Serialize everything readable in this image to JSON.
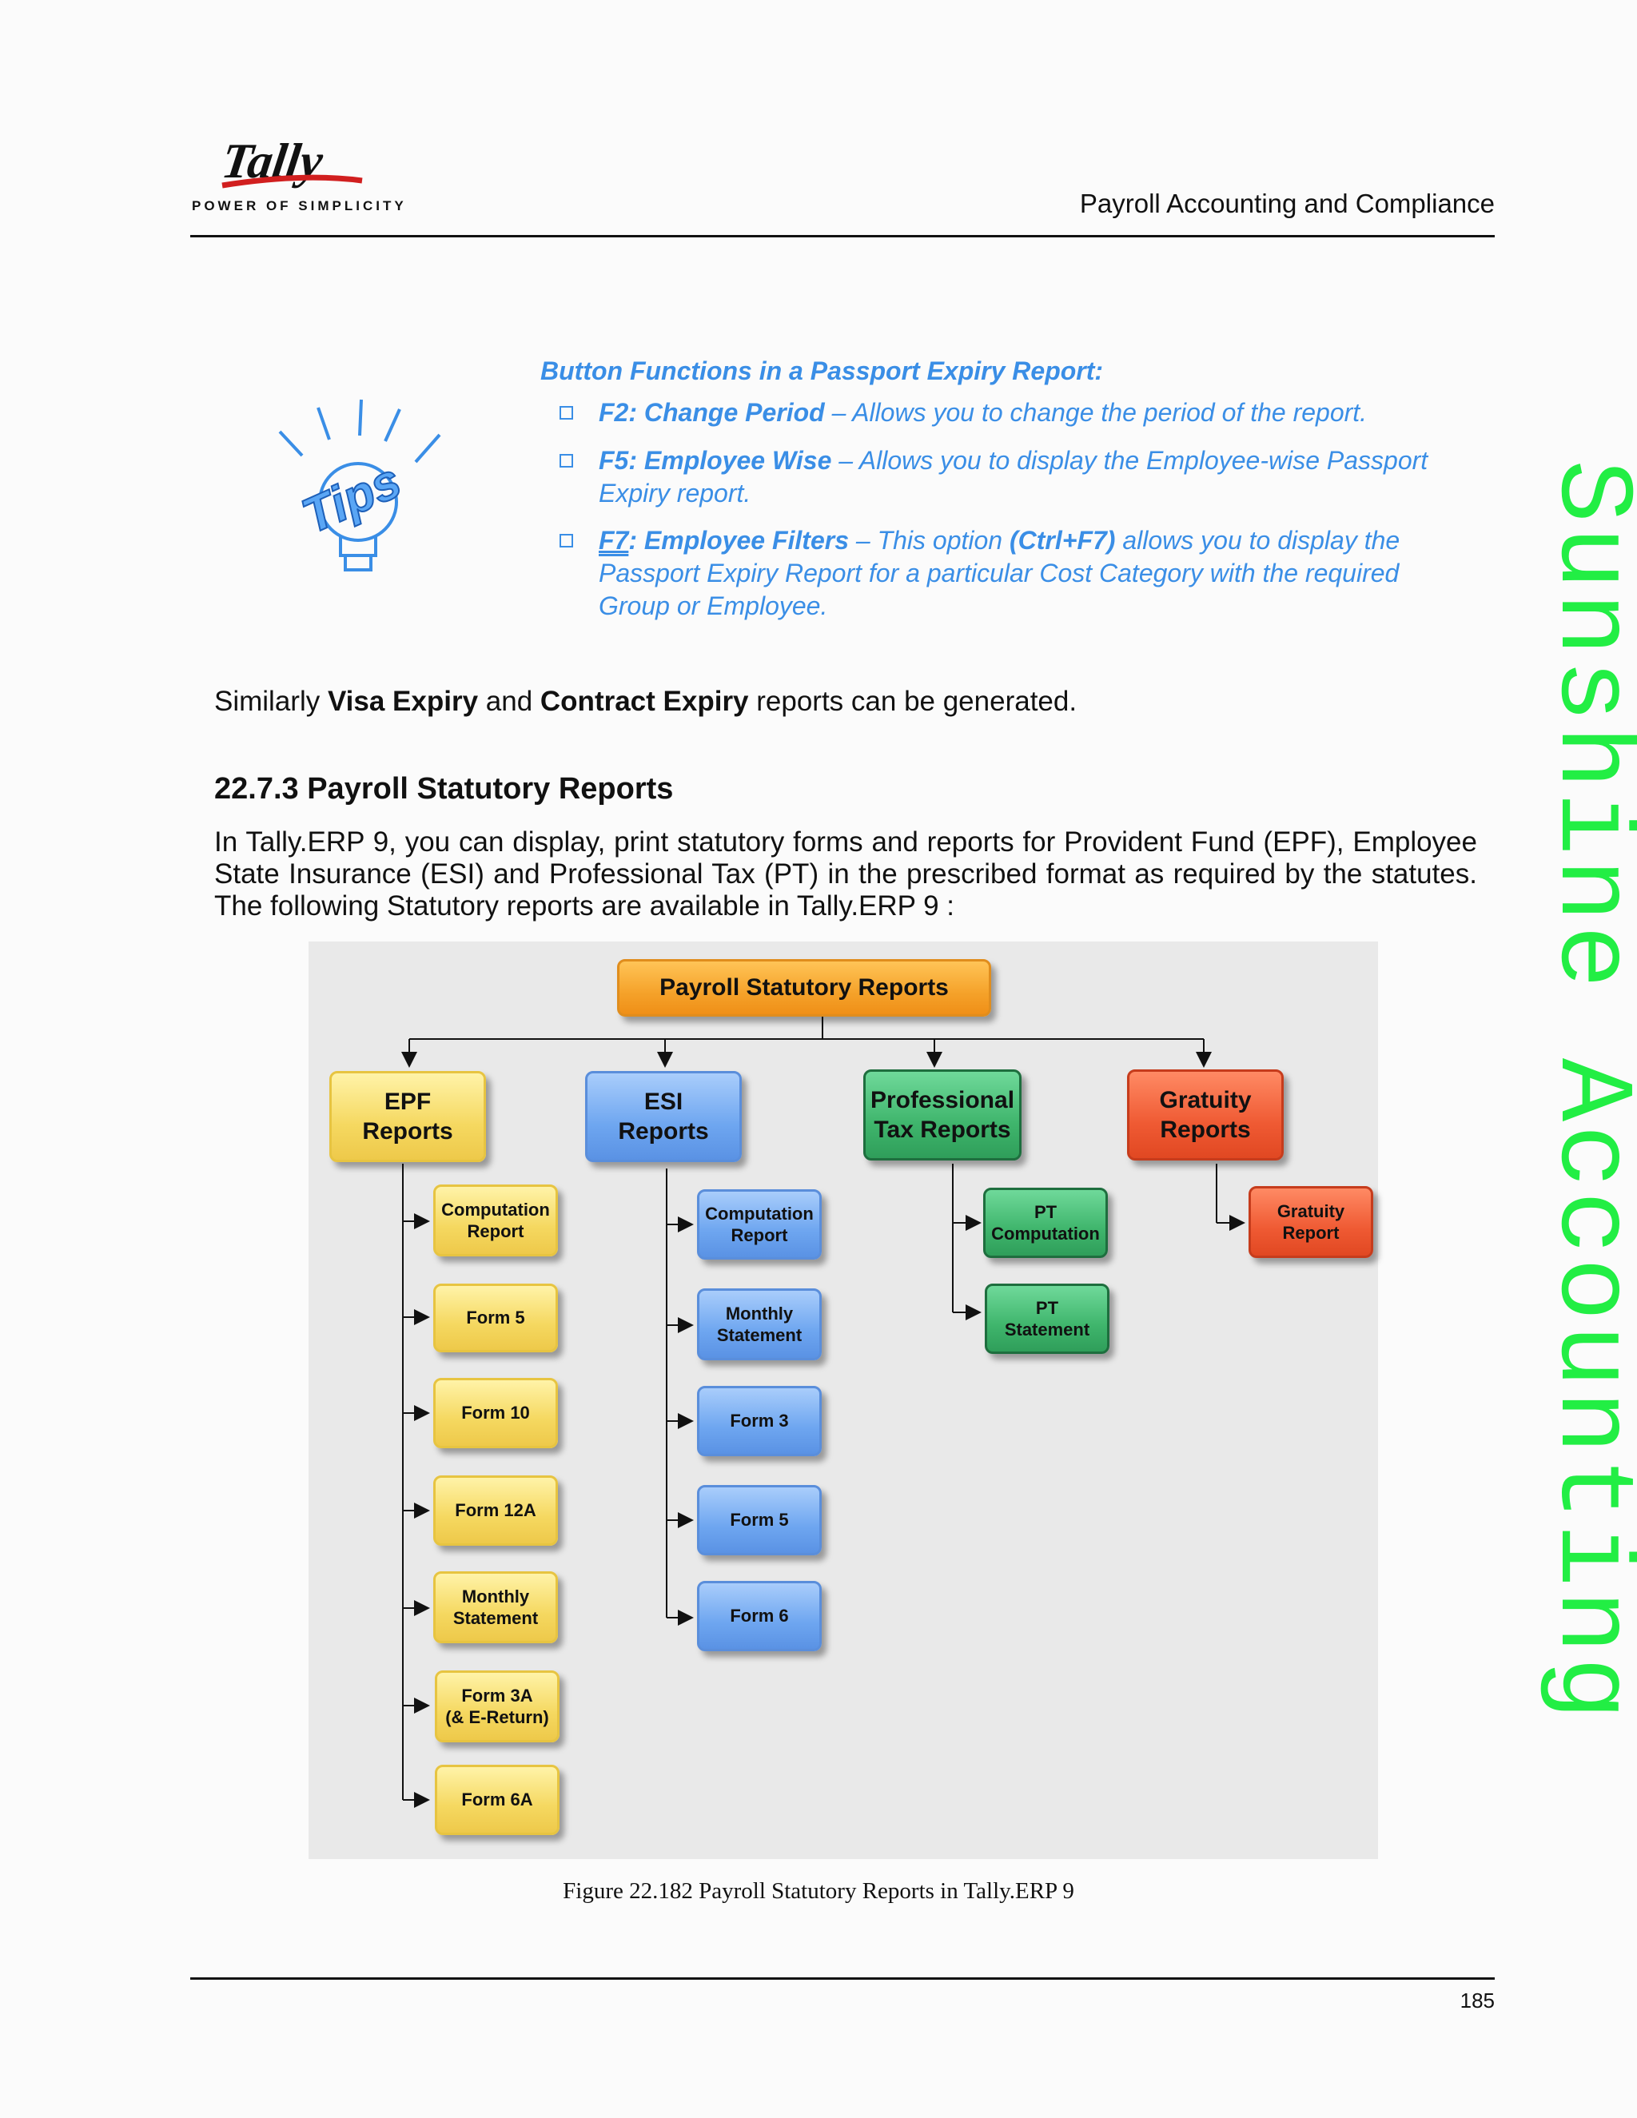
{
  "header": {
    "logo_word": "Tally",
    "logo_tagline": "POWER OF SIMPLICITY",
    "title": "Payroll Accounting and Compliance"
  },
  "watermark": "Sunshine Accounting",
  "tips": {
    "icon_text": "Tips",
    "title": "Button Functions in a Passport Expiry Report:",
    "items": [
      {
        "key": "F2: Change Period",
        "text": " – Allows you to change the period of the report."
      },
      {
        "key": "F5: Employee Wise",
        "text": " – Allows you to display the Employee-wise Passport Expiry report."
      },
      {
        "key_u": "F7",
        "key": ": Employee Filters",
        "text_a": " – This option ",
        "shortcut": "(Ctrl+F7)",
        "text_b": " allows you to display the Passport Expiry Report for a particular Cost Category with the required Group or Employee."
      }
    ]
  },
  "body": {
    "similarly_a": "Similarly ",
    "visa": "Visa Expiry",
    "and": " and ",
    "contract": "Contract Expiry",
    "similarly_b": " reports can be generated.",
    "section_title": "22.7.3  Payroll Statutory Reports",
    "intro": "In Tally.ERP 9, you can display, print statutory forms and reports for Provident Fund (EPF), Employee State Insurance (ESI) and Professional Tax (PT) in the prescribed format as required by the statutes. The following Statutory reports are available in Tally.ERP 9 :"
  },
  "diagram": {
    "root": "Payroll Statutory Reports",
    "epf": {
      "title_1": "EPF",
      "title_2": "Reports",
      "items": [
        "Computation",
        "Report",
        "Form 5",
        "Form 10",
        "Form 12A",
        "Monthly",
        "Statement",
        "Form 3A",
        "(& E-Return)",
        "Form 6A"
      ]
    },
    "esi": {
      "title_1": "ESI",
      "title_2": "Reports",
      "items": [
        "Computation",
        "Report",
        "Monthly",
        "Statement",
        "Form 3",
        "Form 5",
        "Form 6"
      ]
    },
    "pt": {
      "title_1": "Professional",
      "title_2": "Tax Reports",
      "items": [
        "PT",
        "Computation",
        "PT",
        "Statement"
      ]
    },
    "gratuity": {
      "title_1": "Gratuity",
      "title_2": "Reports",
      "items": [
        "Gratuity",
        "Report"
      ]
    }
  },
  "caption": "Figure 22.182  Payroll Statutory Reports in Tally.ERP 9",
  "footer": {
    "page_number": "185"
  },
  "colors": {
    "tips_blue": "#3a8ee6",
    "watermark_green": "#22ee44",
    "epf_yellow": "#f5d860",
    "esi_blue": "#6ea6f0",
    "pt_green": "#3fb56c",
    "gratuity_red": "#ef5a33",
    "root_orange": "#f5a22a"
  }
}
